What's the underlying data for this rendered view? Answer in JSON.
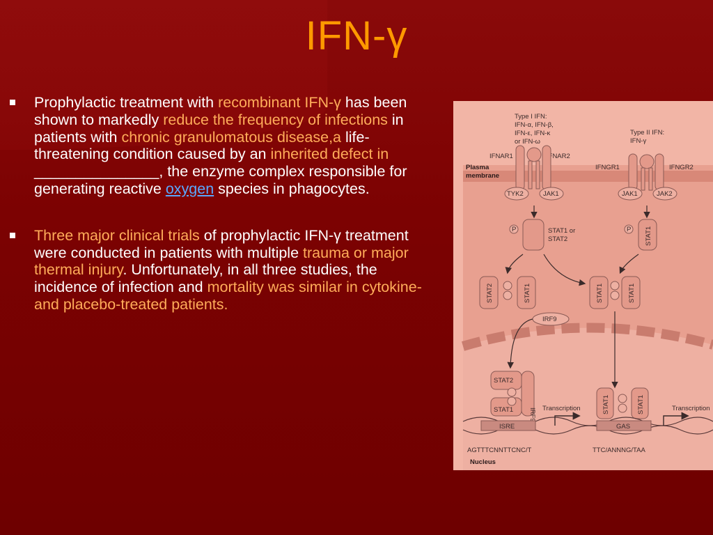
{
  "slide": {
    "title": "IFN-γ",
    "bullets": [
      {
        "runs": [
          {
            "t": "Prophylactic treatment with ",
            "h": false
          },
          {
            "t": "recombinant IFN-γ",
            "h": true
          },
          {
            "t": " has been shown to markedly ",
            "h": false
          },
          {
            "t": "reduce the frequency of infections",
            "h": true
          },
          {
            "t": " in patients with ",
            "h": false
          },
          {
            "t": "chronic granulomatous disease,a",
            "h": true
          },
          {
            "t": " life-threatening condition caused by an ",
            "h": false
          },
          {
            "t": "inherited defect in",
            "h": true
          },
          {
            "t": " _______________, the enzyme complex responsible for generating reactive ",
            "h": false
          },
          {
            "t": "oxygen",
            "h": "link"
          },
          {
            "t": " species in phagocytes.",
            "h": false
          }
        ]
      },
      {
        "runs": [
          {
            "t": "Three major clinical trials",
            "h": true
          },
          {
            "t": " of prophylactic IFN-γ treatment were conducted in patients with multiple ",
            "h": false
          },
          {
            "t": "trauma or major thermal injury",
            "h": true
          },
          {
            "t": ". Unfortunately, in all three studies, the incidence of infection and ",
            "h": false
          },
          {
            "t": "mortality was similar in cytokine- and placebo-treated patients.",
            "h": true
          }
        ]
      }
    ]
  },
  "figure": {
    "type1_title": "Type I IFN:",
    "type1_line2": "IFN-α, IFN-β,",
    "type1_line3": "IFN-ε, IFN-κ",
    "type1_line4": "or IFN-ω",
    "type2_title": "Type II IFN:",
    "type2_line2": "IFN-γ",
    "ifnar1": "IFNAR1",
    "ifnar2": "IFNAR2",
    "ifngr1": "IFNGR1",
    "ifngr2": "IFNGR2",
    "plasma_membrane_1": "Plasma",
    "plasma_membrane_2": "membrane",
    "tyk2": "TYK2",
    "jak1_left": "JAK1",
    "jak1_right": "JAK1",
    "jak2": "JAK2",
    "p": "P",
    "stat1_or": "STAT1 or",
    "stat2_label": "STAT2",
    "stat1": "STAT1",
    "stat2": "STAT2",
    "irf9": "IRF9",
    "transcription": "Transcription",
    "isre": "ISRE",
    "gas": "GAS",
    "isre_seq": "AGTTTCNNTTCNC/T",
    "gas_seq": "TTC/ANNNG/TAA",
    "nucleus": "Nucleus",
    "colors": {
      "background": "#f2b5a6",
      "cell": "#e59a8c",
      "protein": "#e3998a",
      "outline": "#8a5a55"
    }
  }
}
